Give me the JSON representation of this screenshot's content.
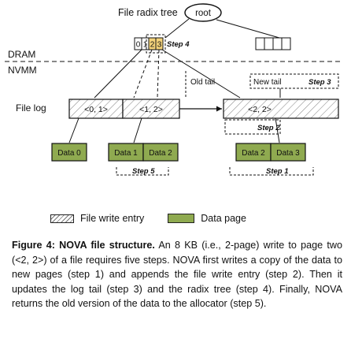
{
  "diagram": {
    "radix_label": "File radix tree",
    "root_label": "root",
    "radix_slots": [
      "0",
      "1",
      "2",
      "3"
    ],
    "step4_label": "Step 4",
    "dram_label": "DRAM",
    "nvmm_label": "NVMM",
    "old_tail_label": "Old tail",
    "new_tail_label": "New tail",
    "step3_label": "Step 3",
    "file_log_label": "File log",
    "log_entries": [
      "<0, 1>",
      "<1, 2>",
      "<2, 2>"
    ],
    "step2_label": "Step 2",
    "data_pages": [
      "Data 0",
      "Data 1",
      "Data 2",
      "Data 2",
      "Data 3"
    ],
    "step5_label": "Step 5",
    "step1_label": "Step 1"
  },
  "legend": {
    "entry_label": "File write entry",
    "page_label": "Data page"
  },
  "caption": {
    "figure_label": "Figure 4:",
    "title": "NOVA file structure.",
    "body": "An 8 KB (i.e., 2-page) write to page two (<2, 2>) of a file requires five steps. NOVA first writes a copy of the data to new pages (step 1) and appends the file write entry (step 2). Then it updates the log tail (step 3) and the radix tree (step 4). Finally, NOVA returns the old version of the data to the allocator (step 5)."
  },
  "colors": {
    "data_page_fill": "#8faa50",
    "radix_highlight": "#f3d27a"
  }
}
